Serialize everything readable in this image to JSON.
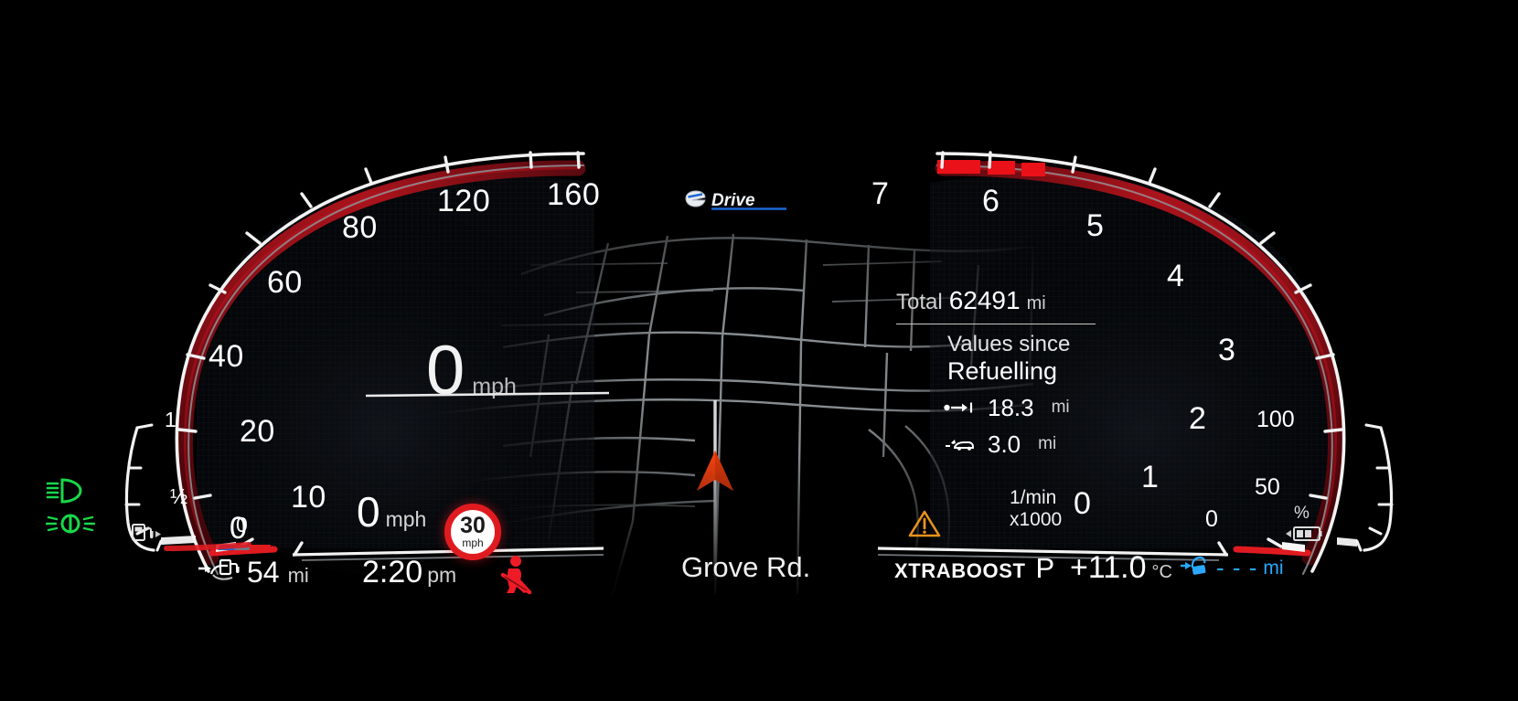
{
  "cluster": {
    "brand_logo": "eDrive",
    "speedometer": {
      "unit": "mph",
      "current_speed": "0",
      "digital_speed": "0",
      "digital_unit": "mph",
      "ticks": [
        "0",
        "10",
        "20",
        "40",
        "60",
        "80",
        "120",
        "160"
      ],
      "max": 160
    },
    "tachometer": {
      "unit_line1": "1/min",
      "unit_line2": "x1000",
      "ticks": [
        "0",
        "1",
        "2",
        "3",
        "4",
        "5",
        "6",
        "7"
      ],
      "redline_start": 6,
      "max": 7,
      "current_rpm": "0"
    },
    "fuel_gauge": {
      "ticks": [
        "1",
        "½",
        "0"
      ],
      "icon": "fuel-pump-icon",
      "level_pct": 8
    },
    "battery_gauge": {
      "ticks": [
        "100",
        "50",
        "0"
      ],
      "unit": "%",
      "icon": "battery-icon",
      "level_pct": 4
    },
    "speed_limit_sign": {
      "value": "30",
      "unit": "mph"
    },
    "trip_computer": {
      "total_label": "Total",
      "total_value": "62491",
      "total_unit": "mi",
      "since_label": "Values since",
      "since_what": "Refuelling",
      "rows": [
        {
          "icon": "distance-travelled-icon",
          "value": "18.3",
          "unit": "mi"
        },
        {
          "icon": "car-trip-icon",
          "value": "3.0",
          "unit": "mi"
        }
      ]
    },
    "bottom_bar": {
      "range_value": "54",
      "range_unit": "mi",
      "range_icon": "range-to-refuel-icon",
      "clock_time": "2:20",
      "clock_ampm": "pm",
      "street_name": "Grove Rd.",
      "xtraboost_label": "XTRABOOST",
      "gear": "P",
      "temperature": "+11.0",
      "temperature_unit": "°C",
      "electric_range_value": "- - -",
      "electric_range_unit": "mi",
      "electric_range_icon": "ev-charge-icon"
    },
    "indicators": [
      {
        "name": "low-beam-icon",
        "color": "#18d84a",
        "state": "on"
      },
      {
        "name": "sidelight-icon",
        "color": "#18d84a",
        "state": "on"
      },
      {
        "name": "seatbelt-warning-icon",
        "color": "#ee1b26",
        "state": "on"
      },
      {
        "name": "general-warning-triangle-icon",
        "color": "#e8921c",
        "state": "on"
      }
    ],
    "map": {
      "position_marker": "vehicle-heading-arrow",
      "marker_color": "#ff4512"
    },
    "colors": {
      "accent_red": "#e01b20",
      "scale_white": "#ffffff",
      "arc_red": "#8d0f17",
      "ev_blue": "#2aa8ff",
      "warning_amber": "#e8921c",
      "indicator_green": "#18d84a"
    }
  }
}
